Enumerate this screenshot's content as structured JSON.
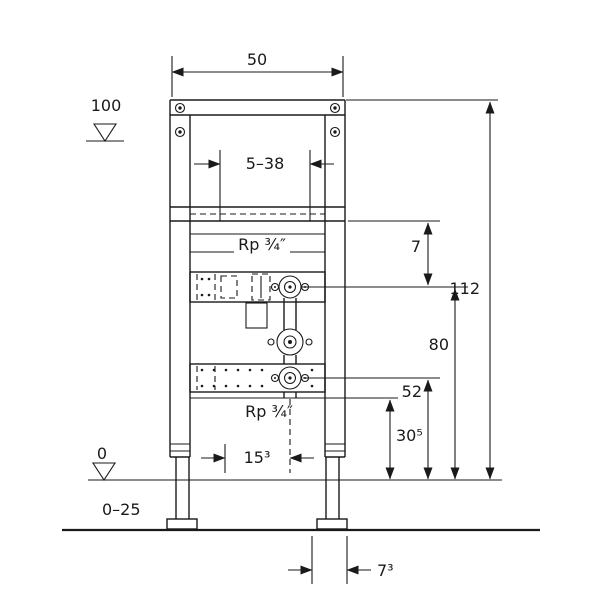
{
  "colors": {
    "line": "#1a1a1a",
    "background": "#ffffff"
  },
  "labels": {
    "frame_width": "50",
    "level_top": "100",
    "fixing_range": "5–38",
    "rp_upper": "Rp ¾″",
    "dim_rail_offset": "7",
    "dim_total_height": "112",
    "dim_supply_height": "80",
    "dim_drain_height": "52",
    "dim_trap_height": "30⁵",
    "rp_lower": "Rp ¾″",
    "dim_drain_offset": "15³",
    "level_zero": "0",
    "floor_finish_range": "0–25",
    "dim_foot_depth": "7³"
  }
}
